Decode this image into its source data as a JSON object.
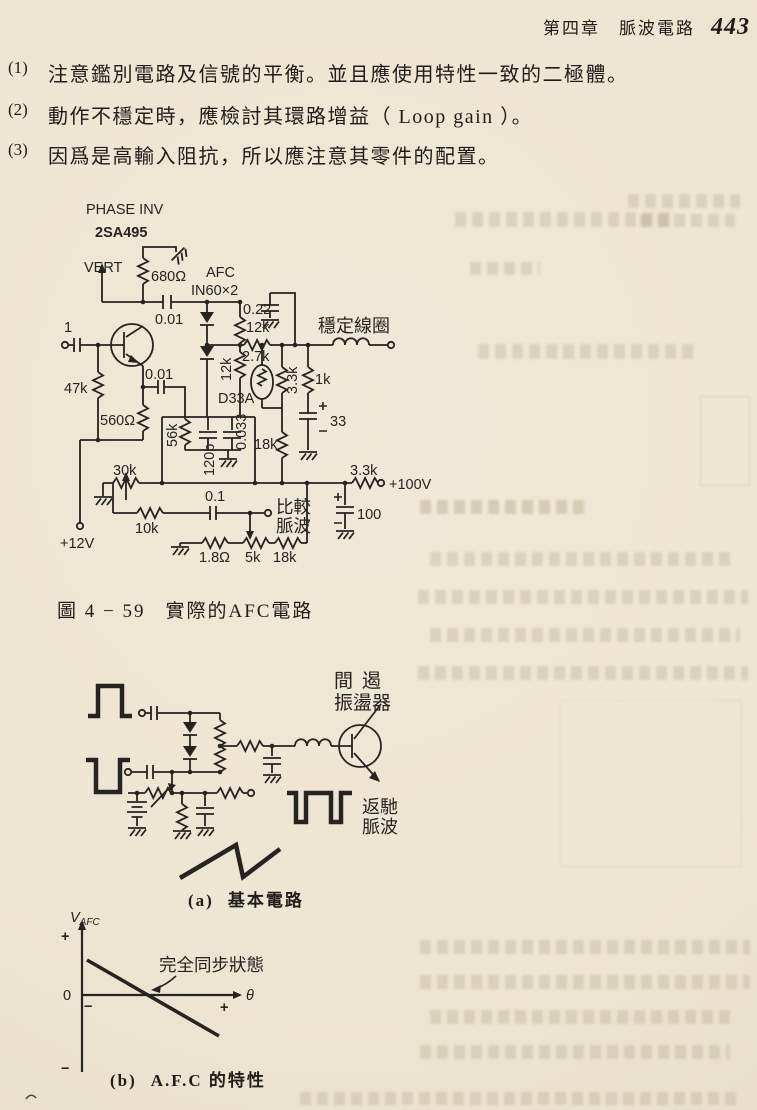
{
  "page": {
    "header": {
      "chapter": "第四章　脈波電路",
      "page_number": "443"
    },
    "items": [
      {
        "num": "(1)",
        "text": "注意鑑別電路及信號的平衡。並且應使用特性一致的二極體。"
      },
      {
        "num": "(2)",
        "text": "動作不穩定時，應檢討其環路增益（ Loop gain ）。"
      },
      {
        "num": "(3)",
        "text": "因爲是高輸入阻抗，所以應注意其零件的配置。"
      }
    ]
  },
  "fig59": {
    "caption_num": "圖 4 − 59",
    "caption_title": "實際的AFC電路",
    "labels": {
      "phase_inv": "PHASE INV",
      "transistor": "2SA495",
      "vert": "VERT",
      "r680": "680Ω",
      "afc": "AFC",
      "diode_type": "IN60×2",
      "c001_top": "0.01",
      "input_1": "1",
      "c022": "0.22",
      "r12k_top": "12k",
      "r27k": "2.7k",
      "coil": "穩定線圈",
      "r47k": "47k",
      "c001_bot": "0.01",
      "r12k_mid": "12k",
      "d33a": "D33A",
      "r33k_mid": "3.3k",
      "r1k": "1k",
      "r560": "560Ω",
      "c33": "33",
      "r56k": "56k",
      "c120p": "120p",
      "c0033": "0.033",
      "r18k_mid": "18k",
      "r30k": "30k",
      "c01": "0.1",
      "pulse_line1": "比較",
      "pulse_line2": "脈波",
      "r33k_right": "3.3k",
      "v100": "+100V",
      "c100": "100",
      "r10k": "10k",
      "v12": "+12V",
      "r18ohm": "1.8Ω",
      "r5k": "5k",
      "r18k_bot": "18k"
    }
  },
  "figa": {
    "caption_num": "(a)",
    "caption_title": "基本電路",
    "labels": {
      "osc_line1": "間遏",
      "osc_line2": "振盪器",
      "flyback_line1": "返馳",
      "flyback_line2": "脈波"
    }
  },
  "figb": {
    "caption_num": "(b)",
    "caption_title": "A.F.C 的特性",
    "labels": {
      "v": "V",
      "v_sub": "AFC",
      "plus_top": "+",
      "zero": "0",
      "minus_small": "−",
      "plus_right": "+",
      "theta": "θ",
      "minus_bottom": "−",
      "annotation": "完全同步狀態"
    }
  }
}
